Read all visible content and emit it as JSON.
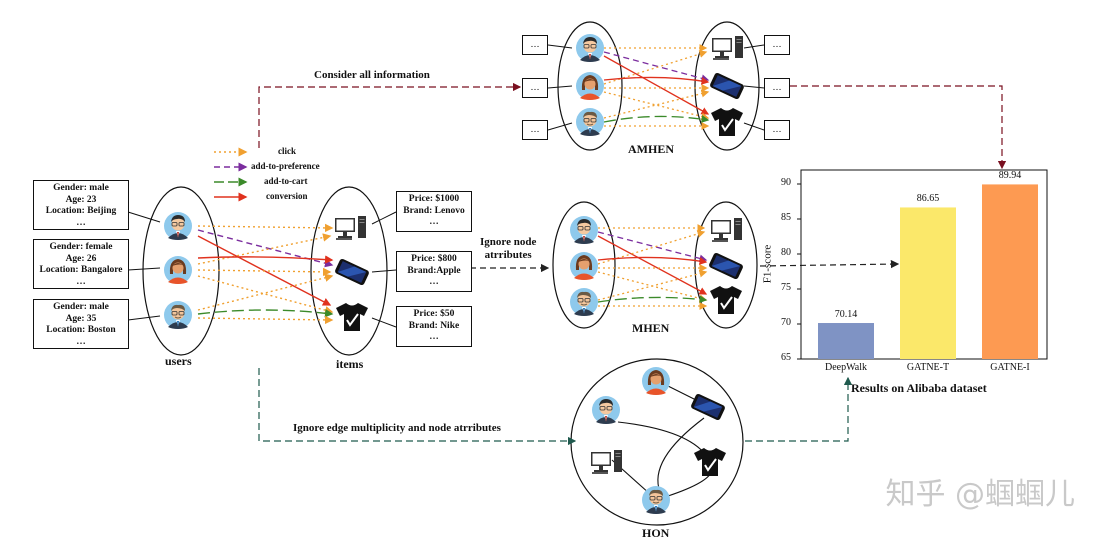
{
  "users_panel": {
    "label": "users",
    "user_boxes": [
      {
        "lines": [
          "Gender: male",
          "Age: 23",
          "Location: Beijing",
          "…"
        ]
      },
      {
        "lines": [
          "Gender: female",
          "Age: 26",
          "Location: Bangalore",
          "…"
        ]
      },
      {
        "lines": [
          "Gender: male",
          "Age: 35",
          "Location: Boston",
          "…"
        ]
      }
    ]
  },
  "items_panel": {
    "label": "items",
    "item_boxes": [
      {
        "lines": [
          "Price: $1000",
          "Brand: Lenovo",
          "…"
        ]
      },
      {
        "lines": [
          "Price: $800",
          "Brand:Apple",
          "…"
        ]
      },
      {
        "lines": [
          "Price: $50",
          "Brand: Nike",
          "…"
        ]
      }
    ]
  },
  "legend": [
    {
      "label": "click",
      "color": "#f0a030",
      "style": "dotted"
    },
    {
      "label": "add-to-preference",
      "color": "#7b2d9e",
      "style": "dashed"
    },
    {
      "label": "add-to-cart",
      "color": "#3b8a2a",
      "style": "longdash"
    },
    {
      "label": "conversion",
      "color": "#e0321e",
      "style": "solid"
    }
  ],
  "arrows": {
    "top": "Consider all information",
    "middle": [
      "Ignore node",
      "atrributes"
    ],
    "bottom": "Ignore edge multiplicity and node atrributes"
  },
  "graph_labels": {
    "amhen": "AMHEN",
    "mhen": "MHEN",
    "hon": "HON"
  },
  "ellipsis": "…",
  "icons": [
    "person-male-icon",
    "person-female-icon",
    "person-older-male-icon",
    "computer-icon",
    "phone-icon",
    "shirt-icon"
  ],
  "chart_data": {
    "type": "bar",
    "categories": [
      "DeepWalk",
      "GATNE-T",
      "GATNE-I"
    ],
    "values": [
      70.14,
      86.65,
      89.94
    ],
    "value_labels": [
      "70.14",
      "86.65",
      "89.94"
    ],
    "colors": [
      "#7f93c4",
      "#fbe86a",
      "#fd9a52"
    ],
    "ylabel": "F1-score",
    "ylim": [
      65,
      92
    ],
    "yticks": [
      65,
      70,
      75,
      80,
      85,
      90
    ],
    "title": "Results on Alibaba dataset"
  },
  "watermark": "知乎 @蝈蝈儿"
}
